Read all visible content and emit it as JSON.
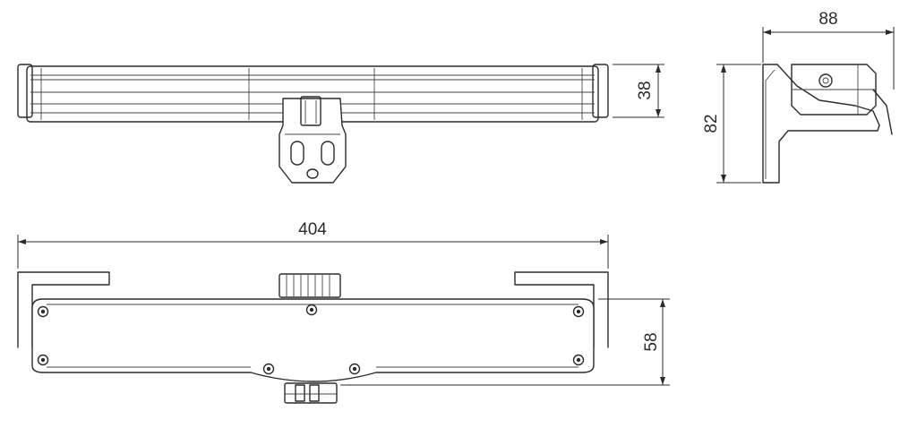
{
  "dimensions": {
    "side_width": "88",
    "side_height": "82",
    "top_height": "38",
    "front_length": "404",
    "front_height": "58"
  }
}
